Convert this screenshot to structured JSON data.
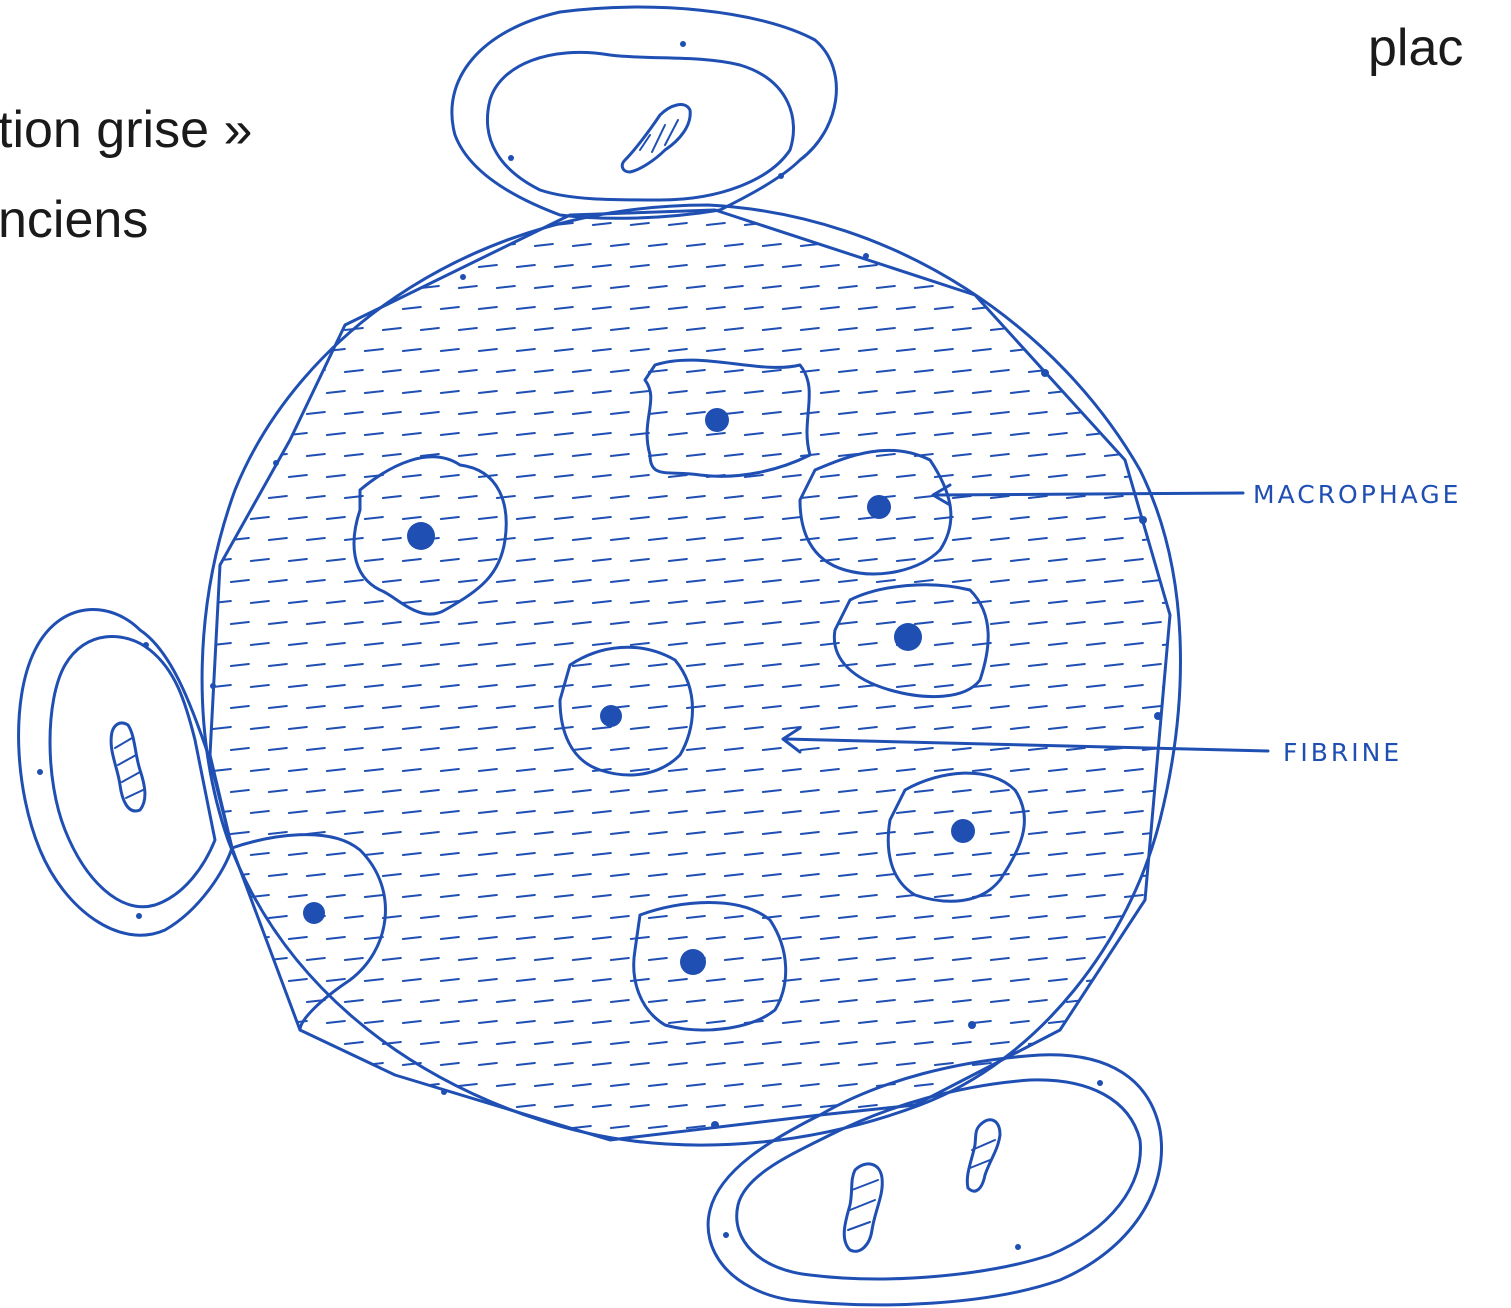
{
  "slide": {
    "line1": "tion grise »",
    "line2": "nciens",
    "corner": "plac"
  },
  "labels": {
    "macrophage": "MACROPHAGE",
    "fibrine": "FIBRINE"
  },
  "colors": {
    "ink": "#1f4fb3",
    "text": "#1a1a1a",
    "background": "#ffffff"
  }
}
